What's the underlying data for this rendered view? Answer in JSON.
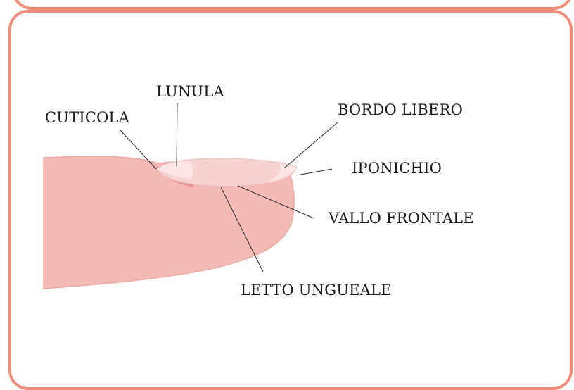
{
  "colors": {
    "frame": "#f08c78",
    "finger": "#f4bbb6",
    "finger_outline": "#eca9a3",
    "nail": "#f6d3d1",
    "lunula": "#fbe6e5",
    "cuticle": "#e69590",
    "leader_line": "#2a2a2a"
  },
  "labels": {
    "lunula": "LUNULA",
    "cuticola": "CUTICOLA",
    "bordo_libero": "BORDO LIBERO",
    "iponichio": "IPONICHIO",
    "vallo_frontale": "VALLO FRONTALE",
    "letto_ungueale": "LETTO UNGUEALE"
  }
}
